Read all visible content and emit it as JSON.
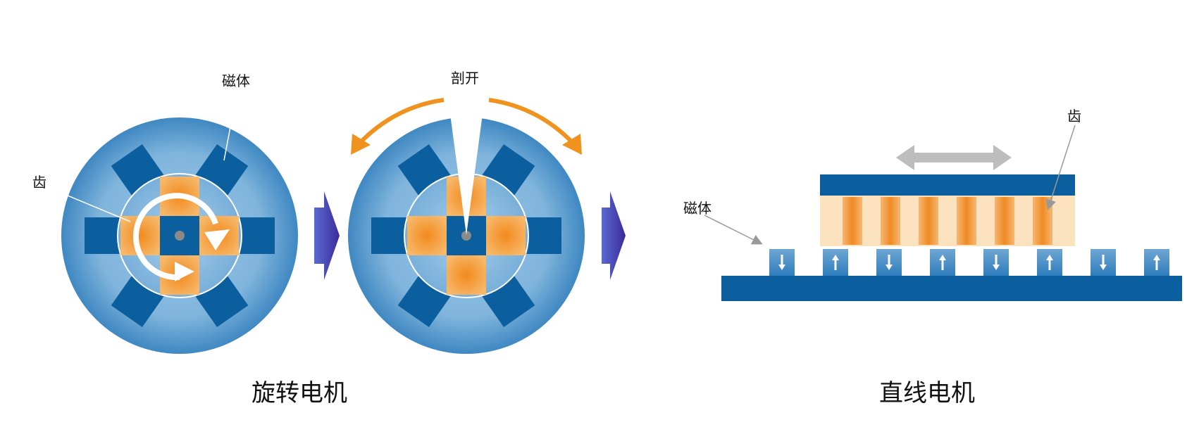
{
  "labels": {
    "rotary_magnet": "磁体",
    "rotary_tooth": "齿",
    "cut": "剖开",
    "linear_tooth": "齿",
    "linear_magnet": "磁体"
  },
  "captions": {
    "rotary": "旋转电机",
    "linear": "直线电机"
  },
  "colors": {
    "disc_outer": "#4d93c7",
    "disc_inner": "#8fc0e3",
    "magnet": "#0b5f9e",
    "tooth": "#f39a3a",
    "tooth_light": "#fde2c0",
    "step_arrow_light": "#6a72d2",
    "step_arrow_dark": "#3b2a9a",
    "motion_arrow": "#f0921e",
    "slide_arrow": "#bfbfbf"
  },
  "linear_magnet_directions": [
    "down",
    "up",
    "down",
    "up",
    "down",
    "up",
    "down",
    "up"
  ]
}
